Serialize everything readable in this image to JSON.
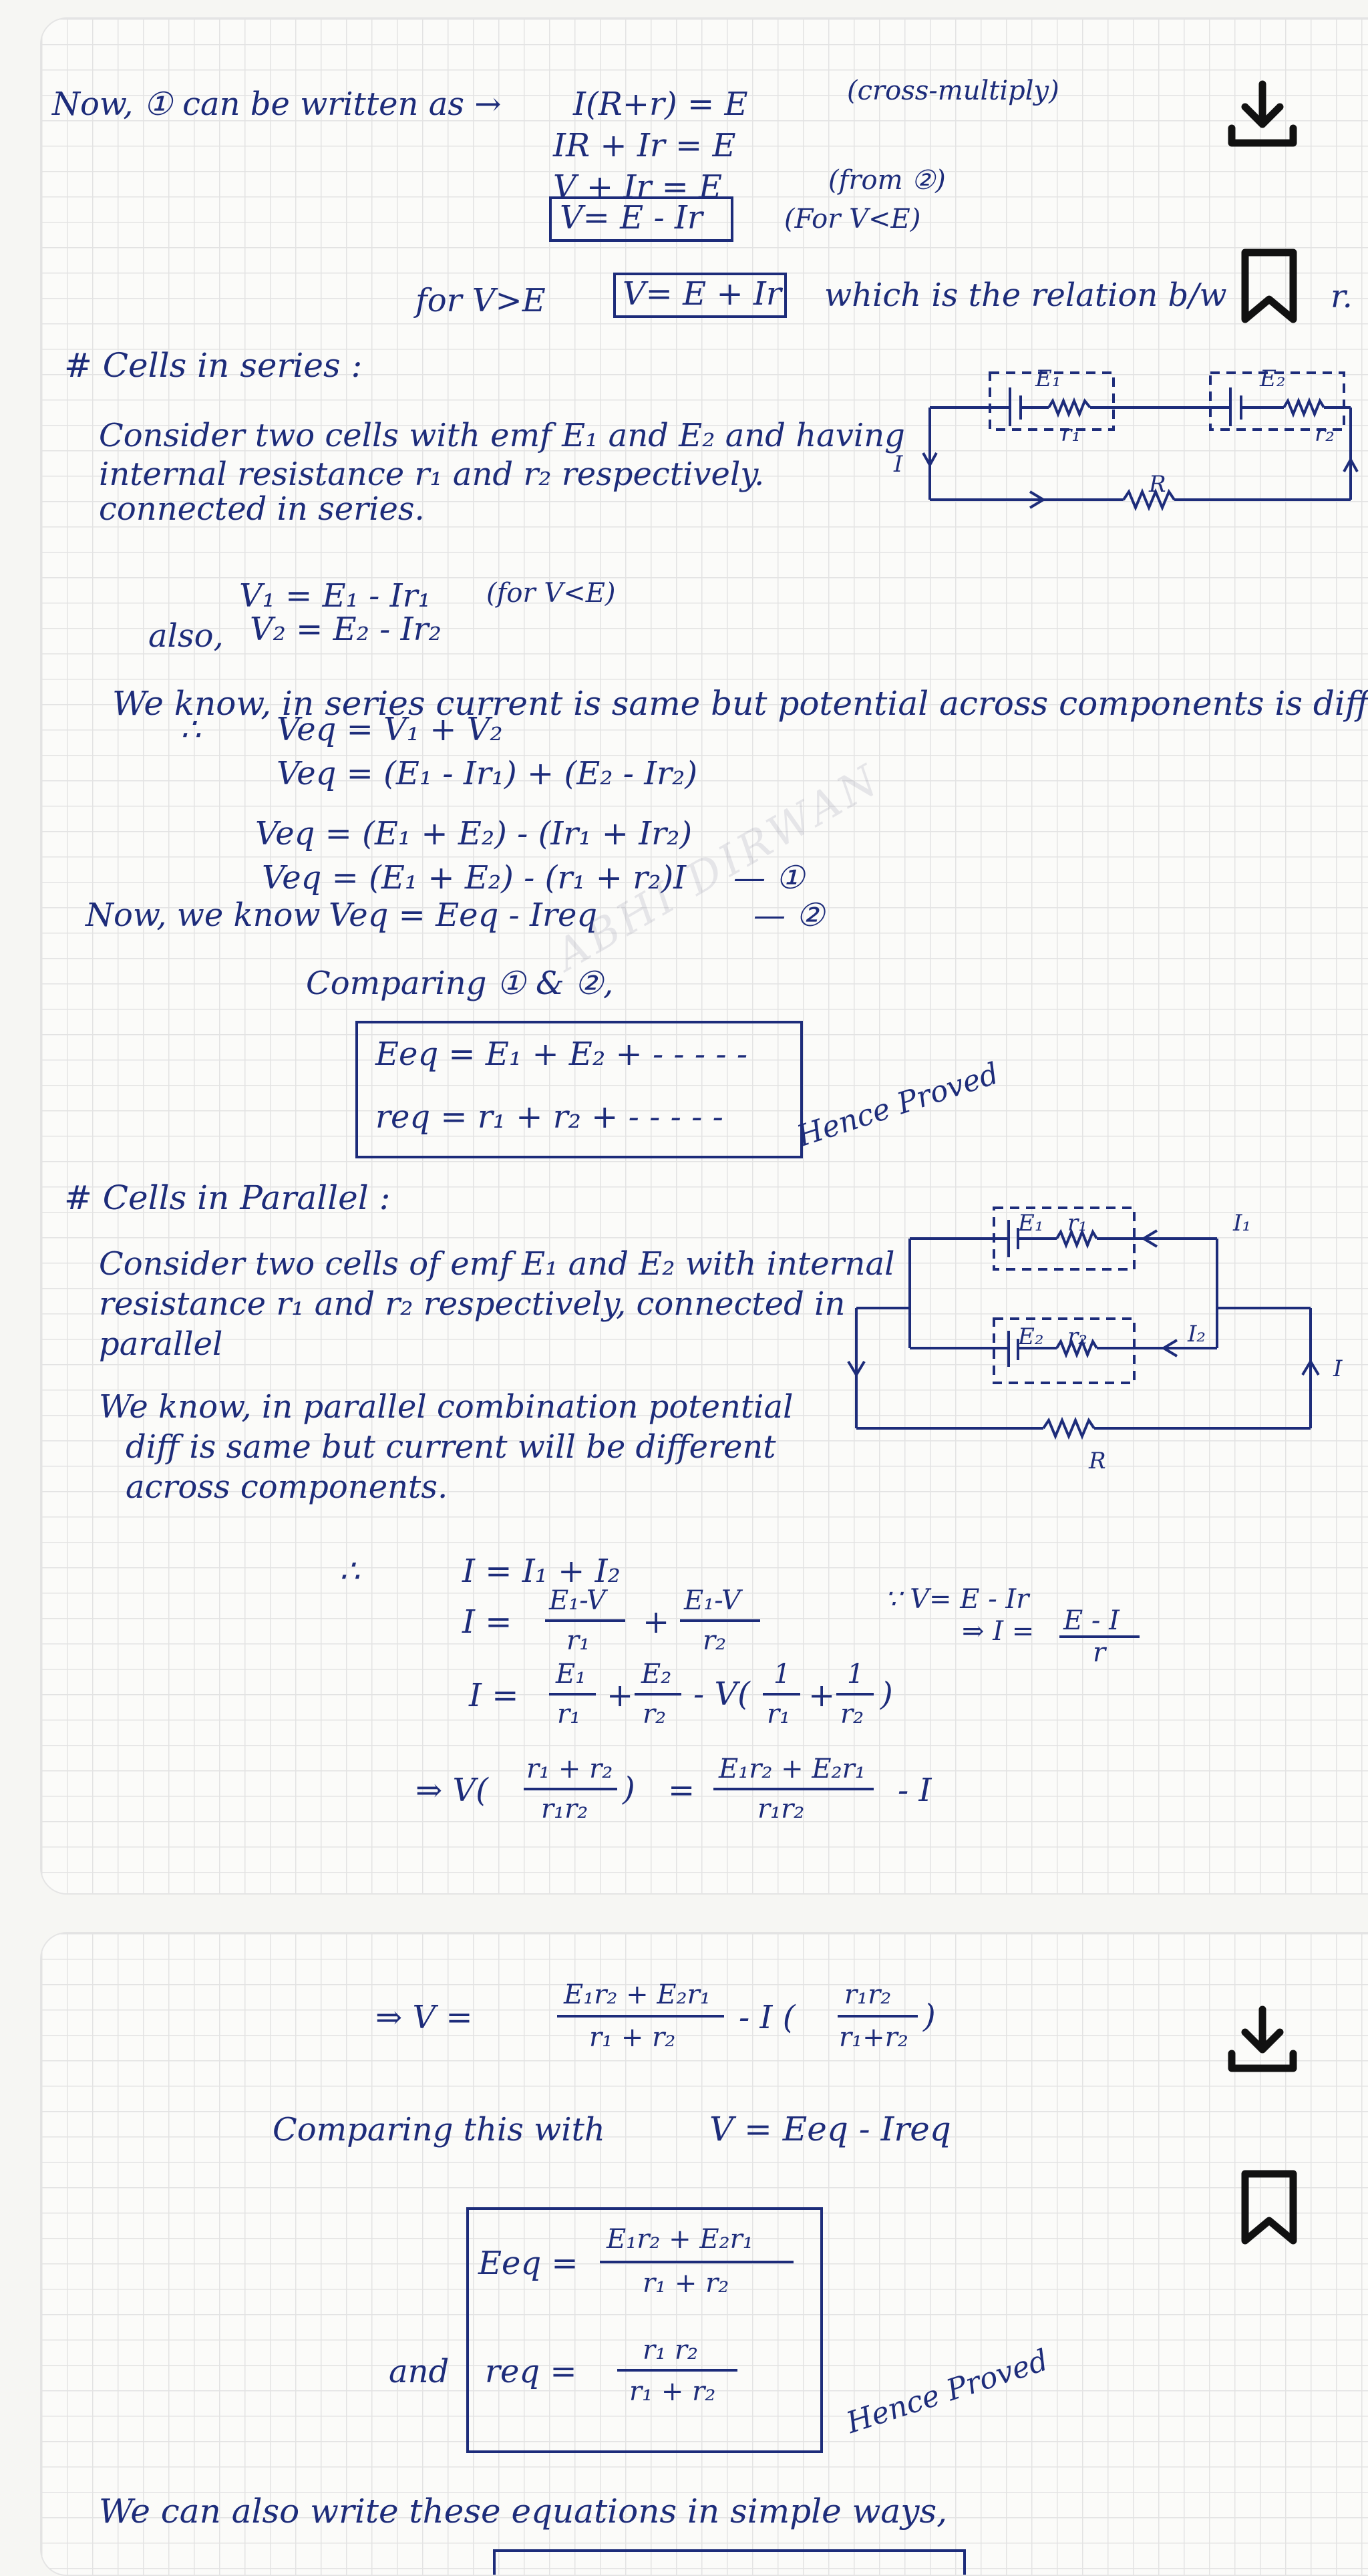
{
  "colors": {
    "ink": "#1d2c7a",
    "icon": "#111111",
    "grid": "#e3e3e3"
  },
  "icons": {
    "download": "download-icon",
    "bookmark": "bookmark-icon"
  },
  "card1": {
    "intro_lead": "Now, ① can be written as →",
    "intro_eq1": "I(R+r) = E",
    "intro_note1": "(cross-multiply)",
    "intro_eq2": "IR + Ir = E",
    "intro_eq3": "V + Ir = E",
    "intro_note3": "(from ②)",
    "intro_box": "V= E - Ir",
    "intro_note4": "(For V<E)",
    "for_lead": "for  V>E",
    "for_box": "V= E + Ir",
    "for_tail": "which is the relation b/w",
    "for_tail_end": "r.",
    "series_heading": "# Cells in series :",
    "series_desc": [
      "Consider two cells with emf E₁ and E₂ and having",
      "internal resistance  r₁ and r₂ respectively.",
      "connected in  series."
    ],
    "series_eq1": "V₁ = E₁ - Ir₁",
    "series_eq1_note": "(for V<E)",
    "series_also": "also,",
    "series_eq2": "V₂ = E₂ - Ir₂",
    "series_know": "We know, in series current is same but potential across components is diff.",
    "series_therefore": "∴",
    "series_veq1": "Veq  =  V₁ + V₂",
    "series_veq2": "Veq =  (E₁ - Ir₁) + (E₂ - Ir₂)",
    "series_veq3": "Veq   = (E₁ + E₂) - (Ir₁ + Ir₂)",
    "series_veq4": "Veq   = (E₁ + E₂) - (r₁ + r₂)I",
    "series_tag1": "— ①",
    "series_nowknow": "Now, we know",
    "series_veq5": "Veq = Eeq - Ireq",
    "series_tag2": "— ②",
    "series_comparing": "Comparing ① & ②,",
    "series_box1": "Eeq =  E₁ + E₂ + - - - - -",
    "series_box2": "req =  r₁ + r₂ +  - - - - -",
    "hence_proved": "Hence Proved",
    "parallel_heading": "# Cells in Parallel :",
    "parallel_desc": [
      "Consider two cells of emf E₁ and E₂ with internal",
      "resistance r₁ and r₂ respectively, connected in",
      "parallel"
    ],
    "parallel_know": [
      "We know, in parallel combination potential",
      "diff is same but current will be different",
      "across components."
    ],
    "parallel_therefore": "∴",
    "parallel_eq1": "I  = I₁ + I₂",
    "parallel_eq2_lead": "I  =",
    "parallel_eq2_f1_num": "E₁-V",
    "parallel_eq2_f1_den": "r₁",
    "parallel_eq2_plus": "+",
    "parallel_eq2_f2_num": "E₁-V",
    "parallel_eq2_f2_den": "r₂",
    "parallel_side1": "∵   V= E - Ir",
    "parallel_side2_lead": "⇒ I =",
    "parallel_side2_num": "E - I",
    "parallel_side2_den": "r",
    "parallel_eq3_lead": "I =",
    "parallel_eq3_f1_num": "E₁",
    "parallel_eq3_f1_den": "r₁",
    "parallel_eq3_plus": "+",
    "parallel_eq3_f2_num": "E₂",
    "parallel_eq3_f2_den": "r₂",
    "parallel_eq3_tail": "- V(",
    "parallel_eq3_g1_num": "1",
    "parallel_eq3_g1_den": "r₁",
    "parallel_eq3_gplus": "+",
    "parallel_eq3_g2_num": "1",
    "parallel_eq3_g2_den": "r₂",
    "parallel_eq3_close": ")",
    "parallel_eq4_lead": "⇒  V(",
    "parallel_eq4_f1_num": "r₁ + r₂",
    "parallel_eq4_f1_den": "r₁r₂",
    "parallel_eq4_close": ")",
    "parallel_eq4_eq": "=",
    "parallel_eq4_f2_num": "E₁r₂ + E₂r₁",
    "parallel_eq4_f2_den": "r₁r₂",
    "parallel_eq4_tail": "- I",
    "watermark": "ABHI DIRWAN",
    "circuit1": {
      "e1": "E₁",
      "e2": "E₂",
      "r1": "r₁",
      "r2": "r₂",
      "R": "R",
      "I": "I"
    },
    "circuit2": {
      "e1": "E₁",
      "e2": "E₂",
      "r1": "r₁",
      "r2": "r₂",
      "R": "R",
      "I": "I",
      "I1": "I₁",
      "I2": "I₂"
    }
  },
  "card2": {
    "eq1_lead": "⇒     V =",
    "eq1_f1_num": "E₁r₂ + E₂r₁",
    "eq1_f1_den": "r₁ + r₂",
    "eq1_mid": "- I (",
    "eq1_f2_num": "r₁r₂",
    "eq1_f2_den": "r₁+r₂",
    "eq1_close": ")",
    "comparing": "Comparing  this with",
    "comparing_eq": "V = Eeq - Ireq",
    "box_eeq_lead": "Eeq  =",
    "box_eeq_num": "E₁r₂ + E₂r₁",
    "box_eeq_den": "r₁ + r₂",
    "and": "and",
    "box_req_lead": "req  =",
    "box_req_num": "r₁ r₂",
    "box_req_den": "r₁ + r₂",
    "hence_proved": "Hence Proved",
    "simple": "We can also write these equations in simple ways,"
  }
}
